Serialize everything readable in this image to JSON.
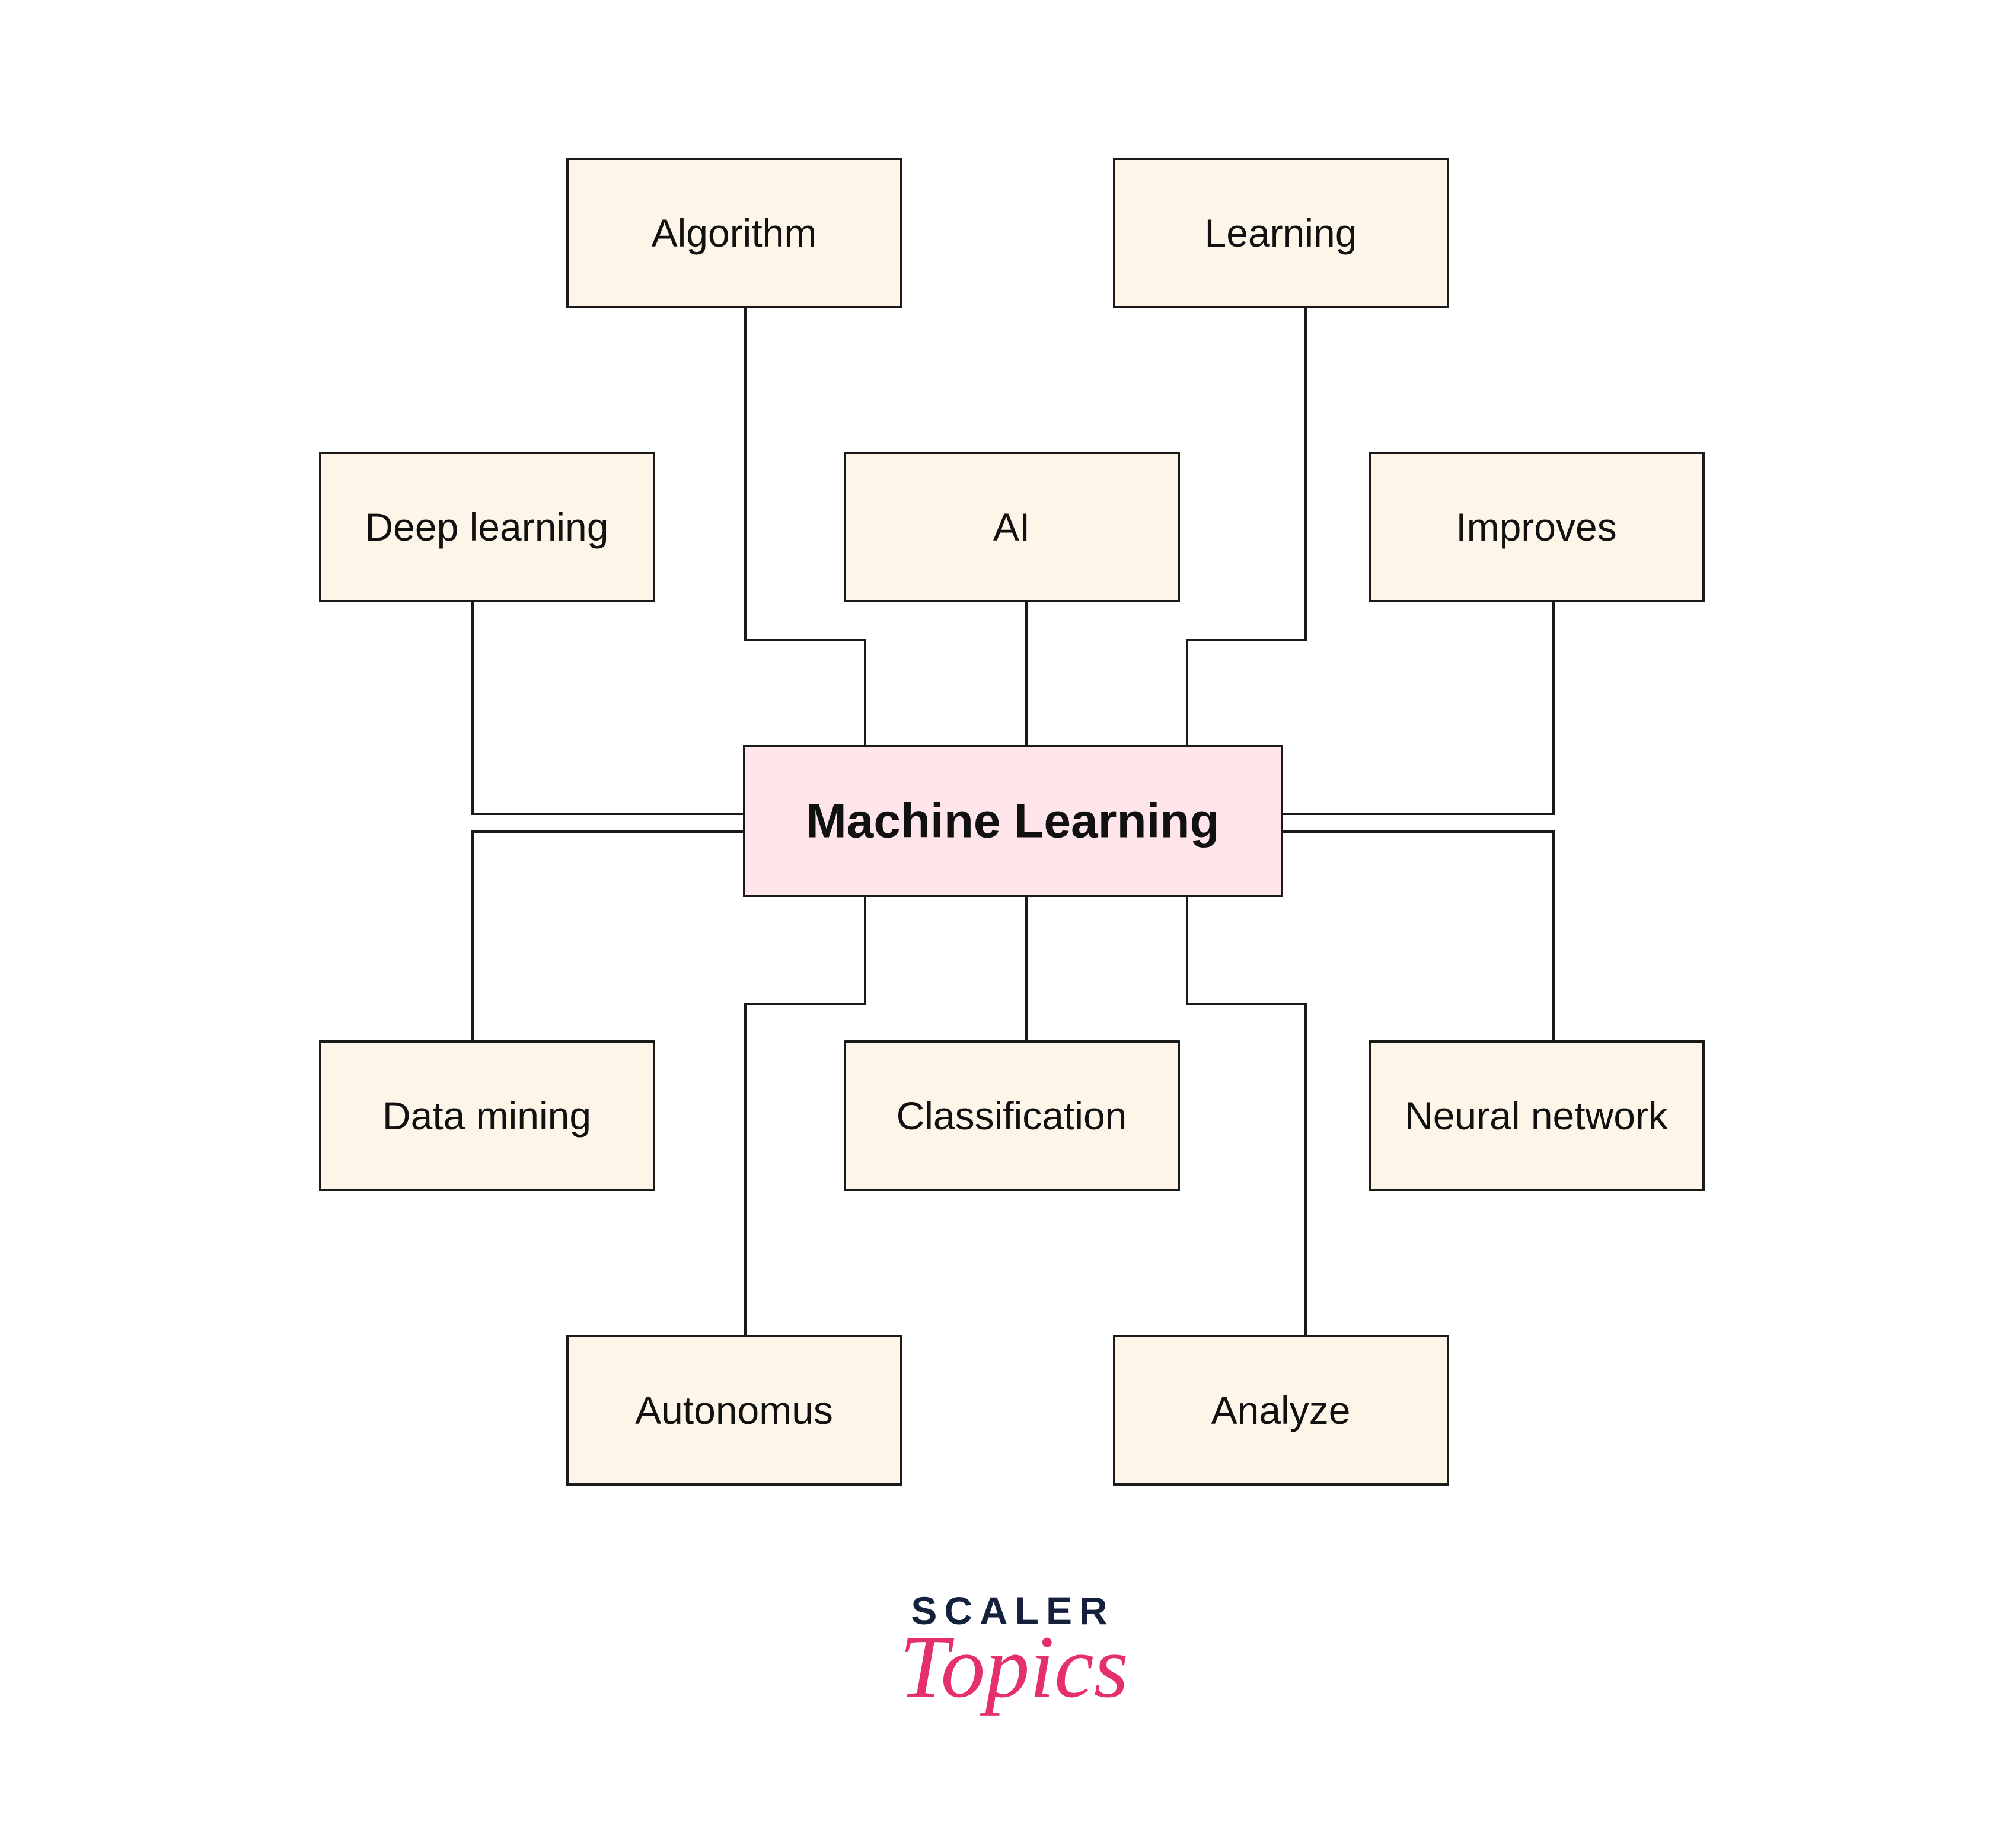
{
  "diagram": {
    "center": "Machine Learning",
    "nodes": {
      "algorithm": "Algorithm",
      "learning": "Learning",
      "deep_learning": "Deep learning",
      "ai": "AI",
      "improves": "Improves",
      "data_mining": "Data mining",
      "classification": "Classification",
      "neural_network": "Neural network",
      "autonomus": "Autonomus",
      "analyze": "Analyze"
    }
  },
  "logo": {
    "brand": "SCALER",
    "product": "Topics"
  },
  "colors": {
    "node_fill": "#fdf5e8",
    "center_fill": "#fde5ea",
    "line": "#1a1a1a",
    "logo_dark": "#14213d",
    "logo_accent": "#e5306f"
  }
}
